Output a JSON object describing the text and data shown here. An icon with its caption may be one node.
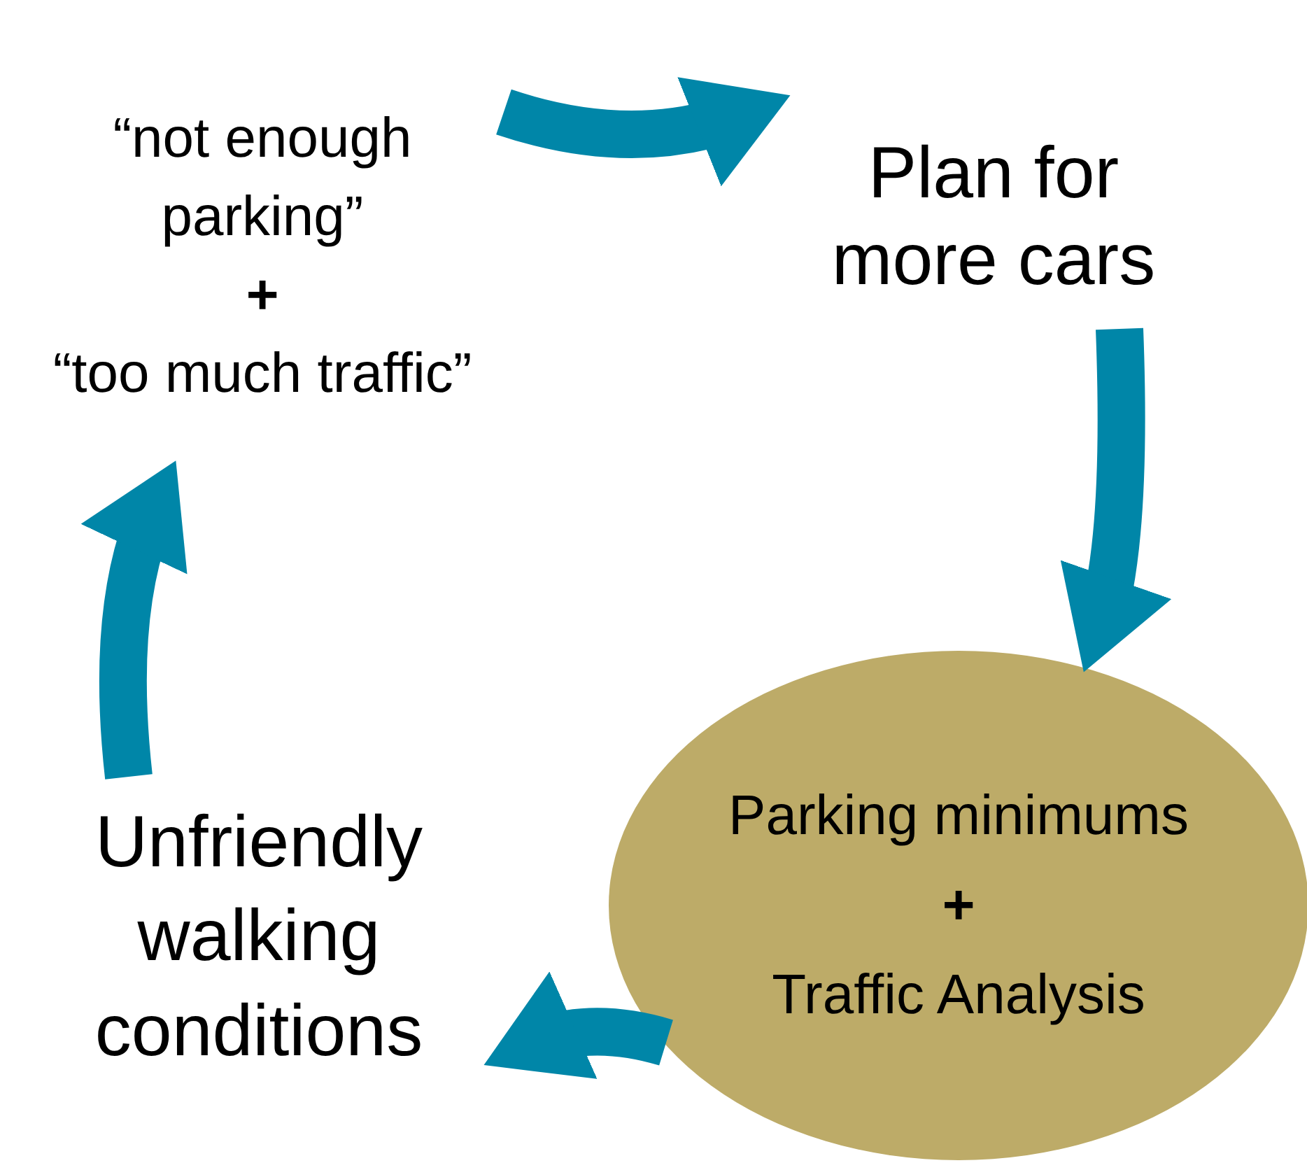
{
  "diagram": {
    "nodes": [
      {
        "text": [
          "“not enough parking”",
          "+",
          "“too much traffic”"
        ]
      },
      {
        "text": [
          "Plan for more cars"
        ]
      },
      {
        "text": [
          "Parking minimums",
          "+",
          "Traffic Analysis"
        ]
      },
      {
        "text": [
          "Unfriendly walking conditions"
        ]
      }
    ],
    "edges": [
      {
        "from": 0,
        "to": 1,
        "arrow": "to"
      },
      {
        "from": 1,
        "to": 2,
        "arrow": "to"
      },
      {
        "from": 2,
        "to": 3,
        "arrow": "to"
      },
      {
        "from": 3,
        "to": 0,
        "arrow": "to"
      }
    ]
  }
}
